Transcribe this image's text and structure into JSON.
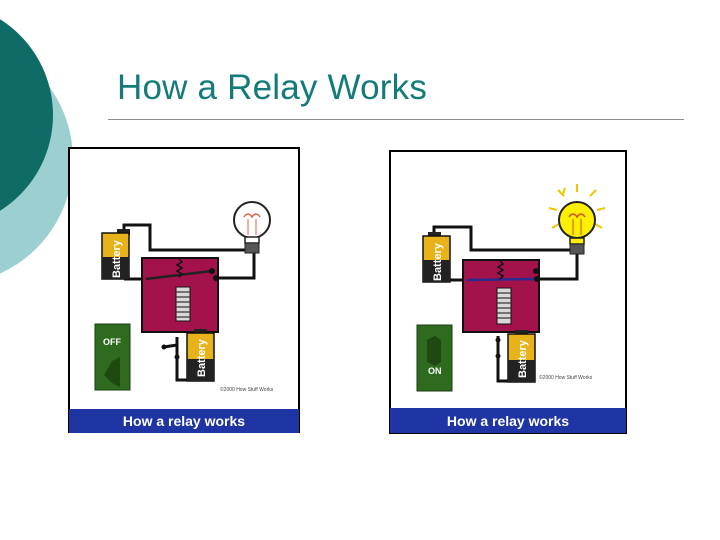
{
  "slide": {
    "title": "How a Relay Works"
  },
  "colors": {
    "teal_dark": "#0e6b66",
    "teal_light": "#9ccfd0",
    "title": "#137b7a",
    "relay_body": "#a3124b",
    "switch_green": "#2e6b1e",
    "caption_bar": "#1f35a3",
    "battery_gold": "#e8b21a",
    "bulb_on": "#fff000"
  },
  "diagrams": [
    {
      "state": "off",
      "battery_label_top": "Battery",
      "battery_label_bottom": "Battery",
      "switch_label": "OFF",
      "copyright": "©2000 How Stuff Works",
      "caption": "How a relay works"
    },
    {
      "state": "on",
      "battery_label_top": "Battery",
      "battery_label_bottom": "Battery",
      "switch_label": "ON",
      "copyright": "©2000 How Stuff Works",
      "caption": "How a relay works"
    }
  ]
}
